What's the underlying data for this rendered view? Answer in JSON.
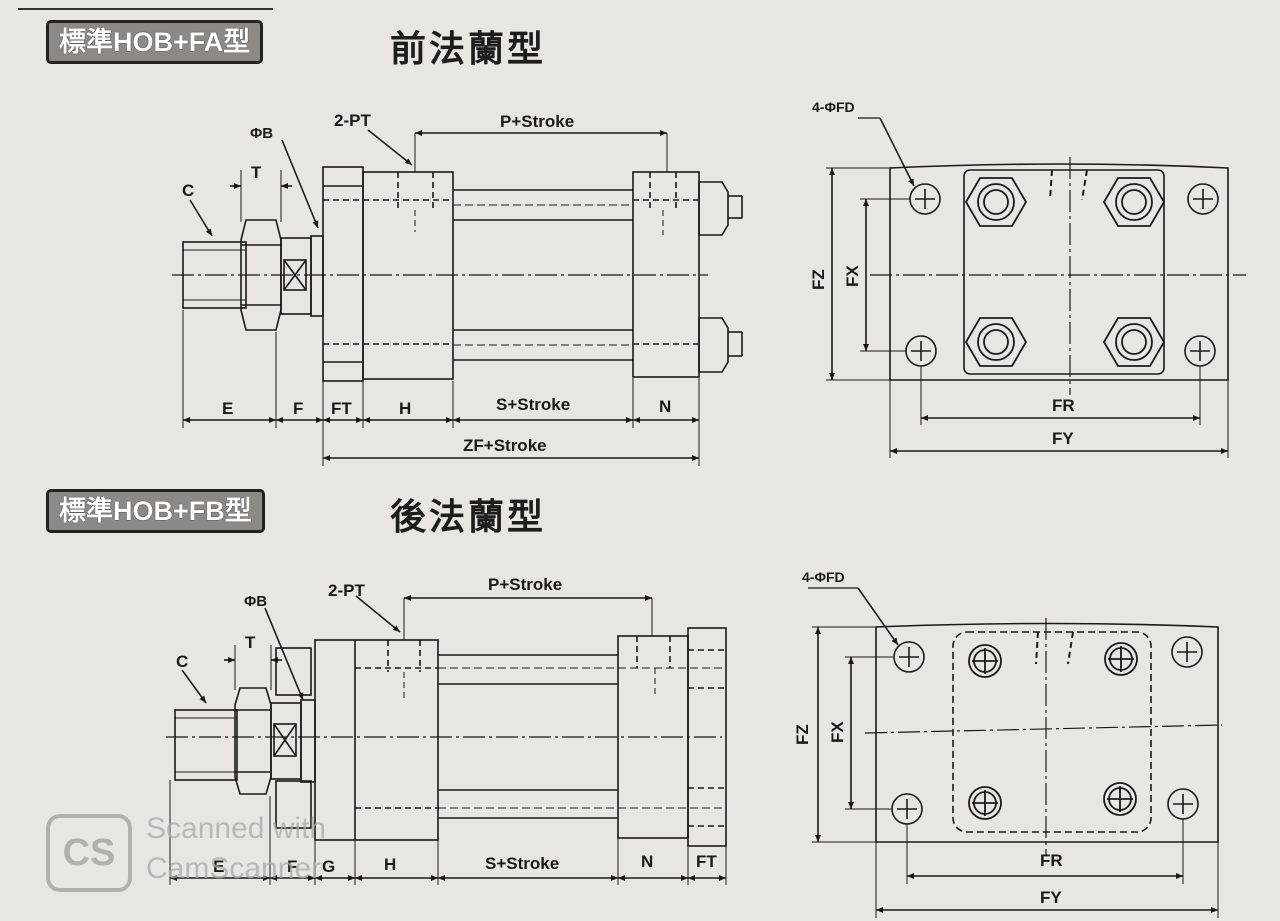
{
  "section1": {
    "badge": "標準HOB+FA型",
    "title": "前法蘭型",
    "labels": {
      "c": "C",
      "t": "T",
      "phi_b": "ΦB",
      "pt": "2-PT",
      "p_stroke": "P+Stroke",
      "e": "E",
      "f": "F",
      "ft": "FT",
      "h": "H",
      "s_stroke": "S+Stroke",
      "n": "N",
      "zf_stroke": "ZF+Stroke",
      "fd": "4-ΦFD",
      "fz": "FZ",
      "fx": "FX",
      "fr": "FR",
      "fy": "FY"
    }
  },
  "section2": {
    "badge": "標準HOB+FB型",
    "title": "後法蘭型",
    "labels": {
      "c": "C",
      "t": "T",
      "phi_b": "ΦB",
      "pt": "2-PT",
      "p_stroke": "P+Stroke",
      "e": "E",
      "f": "F",
      "g": "G",
      "h": "H",
      "s_stroke": "S+Stroke",
      "n": "N",
      "ft": "FT",
      "fd": "4-ΦFD",
      "fz": "FZ",
      "fx": "FX",
      "fr": "FR",
      "fy": "FY"
    }
  },
  "watermark": {
    "logo": "CS",
    "line1": "Scanned with",
    "line2": "CamScanner"
  }
}
